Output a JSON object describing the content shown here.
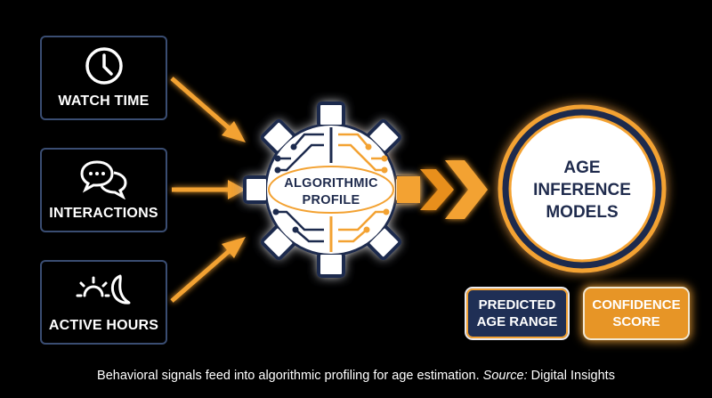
{
  "inputs": [
    {
      "label": "WATCH TIME",
      "icon": "clock-icon"
    },
    {
      "label": "INTERACTIONS",
      "icon": "chat-bubbles-icon"
    },
    {
      "label": "ACTIVE HOURS",
      "icon": "sun-moon-icon"
    }
  ],
  "center": {
    "line1": "ALGORITHMIC",
    "line2": "PROFILE"
  },
  "output": {
    "line1": "AGE",
    "line2": "INFERENCE",
    "line3": "MODELS"
  },
  "results": [
    {
      "line1": "PREDICTED",
      "line2": "AGE RANGE"
    },
    {
      "line1": "CONFIDENCE",
      "line2": "SCORE"
    }
  ],
  "caption": {
    "text": "Behavioral signals feed into algorithmic profiling for age estimation. ",
    "source_label": "Source:",
    "source_value": " Digital Insights"
  },
  "colors": {
    "navy": "#1f2b4d",
    "box_border": "#3a4d72",
    "orange": "#f3a233",
    "glow": "#ffb347"
  }
}
